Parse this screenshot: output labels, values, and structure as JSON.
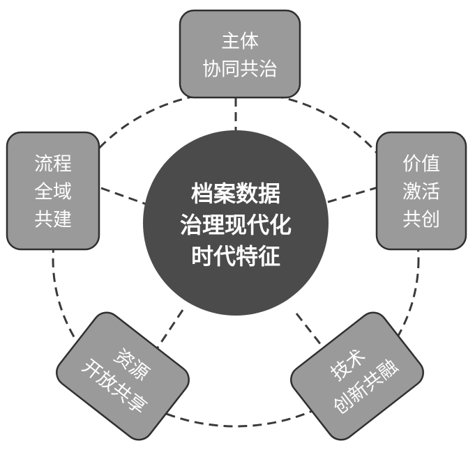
{
  "center": {
    "lines": [
      "档案数据",
      "治理现代化",
      "时代特征"
    ]
  },
  "nodes": [
    {
      "id": "subject",
      "lines": [
        "主体",
        "协同共治"
      ]
    },
    {
      "id": "value",
      "lines": [
        "价值",
        "激活",
        "共创"
      ]
    },
    {
      "id": "tech",
      "lines": [
        "技术",
        "创新共融"
      ]
    },
    {
      "id": "resource",
      "lines": [
        "资源",
        "开放共享"
      ]
    },
    {
      "id": "process",
      "lines": [
        "流程",
        "全域",
        "共建"
      ]
    }
  ],
  "colors": {
    "node_fill": "#9a9a9a",
    "center_fill": "#4b4b4b",
    "line": "#3a3a3a",
    "text": "#ffffff"
  }
}
